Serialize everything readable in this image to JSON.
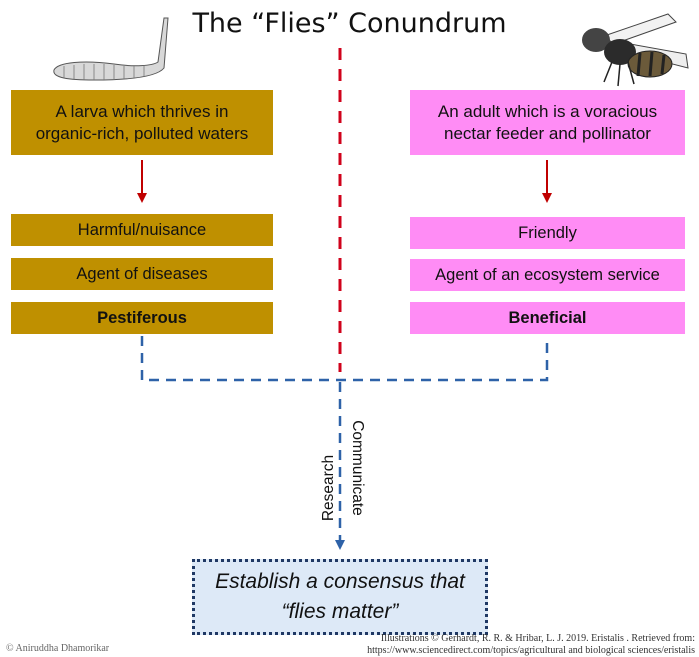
{
  "title": "The “Flies” Conundrum",
  "left": {
    "stage_box": "A larva which thrives in organic-rich, polluted waters",
    "attributes": [
      "Harmful/nuisance",
      "Agent of diseases"
    ],
    "verdict": "Pestiferous",
    "color": "#bf9000"
  },
  "right": {
    "stage_box": "An adult which is a voracious nectar feeder and pollinator",
    "attributes": [
      "Friendly",
      "Agent of an ecosystem service"
    ],
    "verdict": "Beneficial",
    "color": "#ff8cf5"
  },
  "arrow_labels": {
    "research": "Research",
    "communicate": "Communicate"
  },
  "conclusion": {
    "line1": "Establish a consensus that",
    "line2": "“flies matter”"
  },
  "credits": {
    "author": "© Aniruddha Dhamorikar",
    "source_line1": "Illustrations © Gerhardt, R. R. & Hribar, L. J. 2019. Eristalis . Retrieved from:",
    "source_line2": "https://www.sciencedirect.com/topics/agricultural and biological sciences/eristalis"
  },
  "colors": {
    "divider": "#d0021b",
    "connector": "#2e62a8",
    "arrow": "#c00000"
  }
}
